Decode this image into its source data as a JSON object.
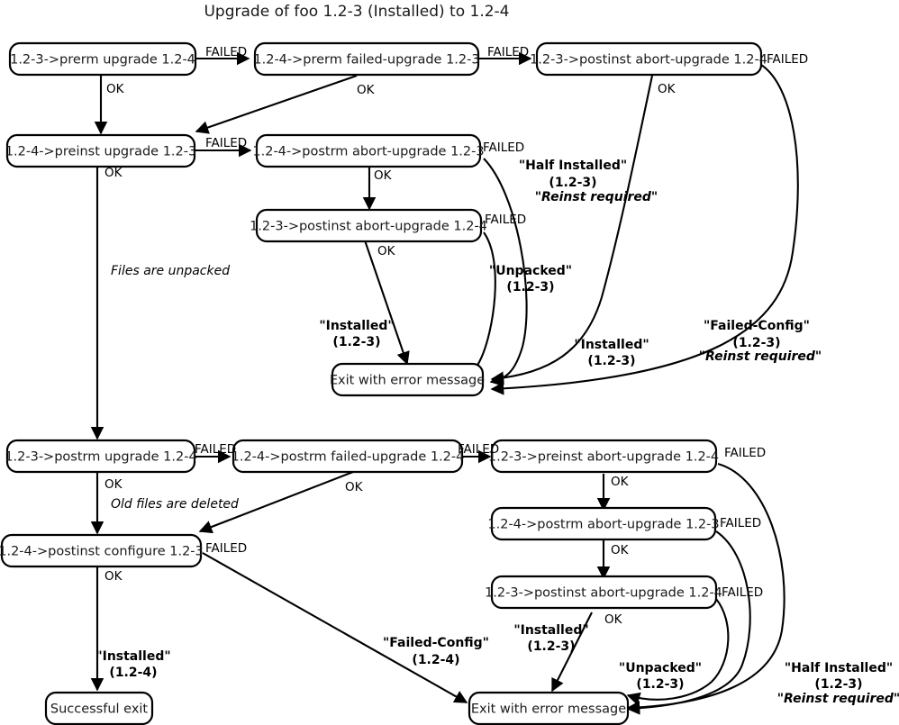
{
  "title": "Upgrade of foo 1.2-3 (Installed) to 1.2-4",
  "nodes": {
    "prerm_upgrade": "1.2-3->prerm upgrade 1.2-4",
    "prerm_failed_upgrade": "1.2-4->prerm failed-upgrade 1.2-3",
    "postinst_abort_top": "1.2-3->postinst abort-upgrade 1.2-4",
    "preinst_upgrade": "1.2-4->preinst upgrade 1.2-3",
    "postrm_abort_mid": "1.2-4->postrm abort-upgrade 1.2-3",
    "postinst_abort_mid": "1.2-3->postinst abort-upgrade 1.2-4",
    "exit_error_top": "Exit with error message",
    "postrm_upgrade": "1.2-3->postrm upgrade 1.2-4",
    "postrm_failed_upgrade": "1.2-4->postrm failed-upgrade 1.2-4",
    "preinst_abort": "1.2-3->preinst abort-upgrade 1.2-4",
    "postinst_configure": "1.2-4->postinst configure 1.2-3",
    "postrm_abort_low": "1.2-4->postrm abort-upgrade 1.2-3",
    "postinst_abort_low": "1.2-3->postinst abort-upgrade 1.2-4",
    "exit_error_bottom": "Exit with error message",
    "successful_exit": "Successful exit"
  },
  "edge_labels": {
    "failed": "FAILED",
    "ok": "OK"
  },
  "notes": {
    "files_unpacked": "Files are unpacked",
    "old_files_deleted": "Old files are deleted"
  },
  "state_labels": {
    "half_installed_123": {
      "line1": "\"Half Installed\"",
      "line2": "(1.2-3)",
      "line3": "\"Reinst required\""
    },
    "unpacked_123": {
      "line1": "\"Unpacked\"",
      "line2": "(1.2-3)"
    },
    "installed_123_a": {
      "line1": "\"Installed\"",
      "line2": "(1.2-3)"
    },
    "installed_123_b": {
      "line1": "\"Installed\"",
      "line2": "(1.2-3)"
    },
    "failed_config_123": {
      "line1": "\"Failed-Config\"",
      "line2": "(1.2-3)",
      "line3": "\"Reinst required\""
    },
    "failed_config_124": {
      "line1": "\"Failed-Config\"",
      "line2": "(1.2-4)"
    },
    "installed_123_c": {
      "line1": "\"Installed\"",
      "line2": "(1.2-3)"
    },
    "unpacked_123_b": {
      "line1": "\"Unpacked\"",
      "line2": "(1.2-3)"
    },
    "half_installed_123_b": {
      "line1": "\"Half Installed\"",
      "line2": "(1.2-3)",
      "line3": "\"Reinst required\""
    },
    "installed_124": {
      "line1": "\"Installed\"",
      "line2": "(1.2-4)"
    }
  },
  "colors": {
    "stroke": "#000000",
    "fill": "#ffffff",
    "text": "#1a1a1a"
  },
  "chart_data": {
    "type": "diagram",
    "title": "Upgrade of foo 1.2-3 (Installed) to 1.2-4",
    "node_list": [
      "1.2-3->prerm upgrade 1.2-4",
      "1.2-4->prerm failed-upgrade 1.2-3",
      "1.2-3->postinst abort-upgrade 1.2-4",
      "1.2-4->preinst upgrade 1.2-3",
      "1.2-4->postrm abort-upgrade 1.2-3",
      "1.2-3->postinst abort-upgrade 1.2-4",
      "Exit with error message",
      "1.2-3->postrm upgrade 1.2-4",
      "1.2-4->postrm failed-upgrade 1.2-4",
      "1.2-3->preinst abort-upgrade 1.2-4",
      "1.2-4->postinst configure 1.2-3",
      "1.2-4->postrm abort-upgrade 1.2-3",
      "1.2-3->postinst abort-upgrade 1.2-4",
      "Exit with error message",
      "Successful exit"
    ],
    "edges": [
      {
        "from": "1.2-3->prerm upgrade 1.2-4",
        "to": "1.2-4->prerm failed-upgrade 1.2-3",
        "label": "FAILED"
      },
      {
        "from": "1.2-3->prerm upgrade 1.2-4",
        "to": "1.2-4->preinst upgrade 1.2-3",
        "label": "OK"
      },
      {
        "from": "1.2-4->prerm failed-upgrade 1.2-3",
        "to": "1.2-3->postinst abort-upgrade 1.2-4",
        "label": "FAILED"
      },
      {
        "from": "1.2-4->prerm failed-upgrade 1.2-3",
        "to": "1.2-4->preinst upgrade 1.2-3",
        "label": "OK"
      },
      {
        "from": "1.2-3->postinst abort-upgrade 1.2-4",
        "to": "Exit with error message",
        "label": "FAILED",
        "state": "\"Failed-Config\" (1.2-3) \"Reinst required\""
      },
      {
        "from": "1.2-3->postinst abort-upgrade 1.2-4",
        "to": "Exit with error message",
        "label": "OK",
        "state": "\"Installed\" (1.2-3)"
      },
      {
        "from": "1.2-4->preinst upgrade 1.2-3",
        "to": "1.2-4->postrm abort-upgrade 1.2-3",
        "label": "FAILED"
      },
      {
        "from": "1.2-4->preinst upgrade 1.2-3",
        "to": "1.2-3->postrm upgrade 1.2-4",
        "label": "OK",
        "note": "Files are unpacked"
      },
      {
        "from": "1.2-4->postrm abort-upgrade 1.2-3",
        "to": "Exit with error message",
        "label": "FAILED",
        "state": "\"Half Installed\" (1.2-3) \"Reinst required\""
      },
      {
        "from": "1.2-4->postrm abort-upgrade 1.2-3",
        "to": "1.2-3->postinst abort-upgrade 1.2-4",
        "label": "OK"
      },
      {
        "from": "1.2-3->postinst abort-upgrade 1.2-4",
        "to": "Exit with error message",
        "label": "FAILED",
        "state": "\"Unpacked\" (1.2-3)"
      },
      {
        "from": "1.2-3->postinst abort-upgrade 1.2-4",
        "to": "Exit with error message",
        "label": "OK",
        "state": "\"Installed\" (1.2-3)"
      },
      {
        "from": "1.2-3->postrm upgrade 1.2-4",
        "to": "1.2-4->postrm failed-upgrade 1.2-4",
        "label": "FAILED"
      },
      {
        "from": "1.2-3->postrm upgrade 1.2-4",
        "to": "1.2-4->postinst configure 1.2-3",
        "label": "OK",
        "note": "Old files are deleted"
      },
      {
        "from": "1.2-4->postrm failed-upgrade 1.2-4",
        "to": "1.2-3->preinst abort-upgrade 1.2-4",
        "label": "FAILED"
      },
      {
        "from": "1.2-4->postrm failed-upgrade 1.2-4",
        "to": "1.2-4->postinst configure 1.2-3",
        "label": "OK"
      },
      {
        "from": "1.2-3->preinst abort-upgrade 1.2-4",
        "to": "Exit with error message",
        "label": "FAILED",
        "state": "\"Half Installed\" (1.2-3) \"Reinst required\""
      },
      {
        "from": "1.2-3->preinst abort-upgrade 1.2-4",
        "to": "1.2-4->postrm abort-upgrade 1.2-3",
        "label": "OK"
      },
      {
        "from": "1.2-4->postrm abort-upgrade 1.2-3",
        "to": "Exit with error message",
        "label": "FAILED",
        "state": "\"Unpacked\" (1.2-3)"
      },
      {
        "from": "1.2-4->postrm abort-upgrade 1.2-3",
        "to": "1.2-3->postinst abort-upgrade 1.2-4",
        "label": "OK"
      },
      {
        "from": "1.2-3->postinst abort-upgrade 1.2-4",
        "to": "Exit with error message",
        "label": "FAILED"
      },
      {
        "from": "1.2-3->postinst abort-upgrade 1.2-4",
        "to": "Exit with error message",
        "label": "OK",
        "state": "\"Installed\" (1.2-3)"
      },
      {
        "from": "1.2-4->postinst configure 1.2-3",
        "to": "Exit with error message",
        "label": "FAILED",
        "state": "\"Failed-Config\" (1.2-4)"
      },
      {
        "from": "1.2-4->postinst configure 1.2-3",
        "to": "Successful exit",
        "label": "OK",
        "state": "\"Installed\" (1.2-4)"
      }
    ]
  }
}
